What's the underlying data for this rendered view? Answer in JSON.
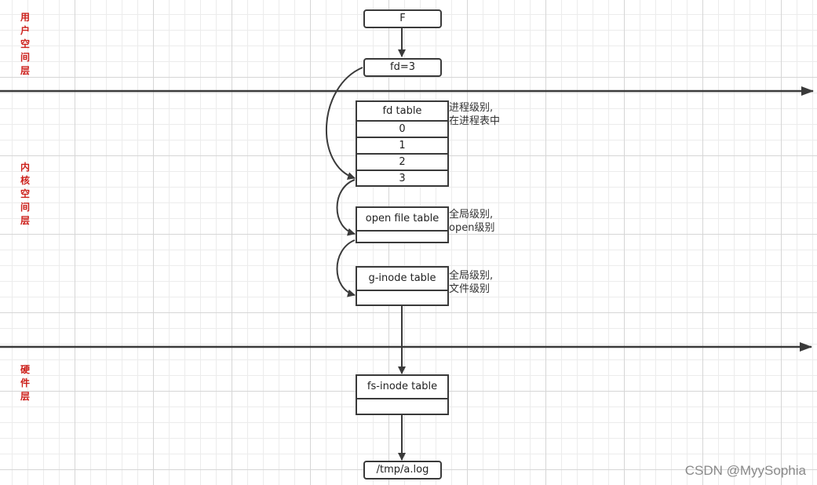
{
  "layers": {
    "user": "用户空间层",
    "kernel": "内核空间层",
    "hardware": "硬件层"
  },
  "nodes": {
    "file": "F",
    "fd": "fd=3",
    "fd_table": {
      "title": "fd table",
      "rows": [
        "0",
        "1",
        "2",
        "3"
      ],
      "note_line1": "进程级别,",
      "note_line2": "在进程表中"
    },
    "open_file_table": {
      "title": "open file table",
      "note_line1": "全局级别,",
      "note_line2": "open级别"
    },
    "g_inode_table": {
      "title": "g-inode table",
      "note_line1": "全局级别,",
      "note_line2": "文件级别"
    },
    "fs_inode_table": {
      "title": "fs-inode table"
    },
    "path": "/tmp/a.log"
  },
  "watermark": "CSDN @MyySophia",
  "colors": {
    "layer_label": "#cc1f1a",
    "stroke": "#3a3a3a",
    "grid": "#d6d6d6"
  }
}
